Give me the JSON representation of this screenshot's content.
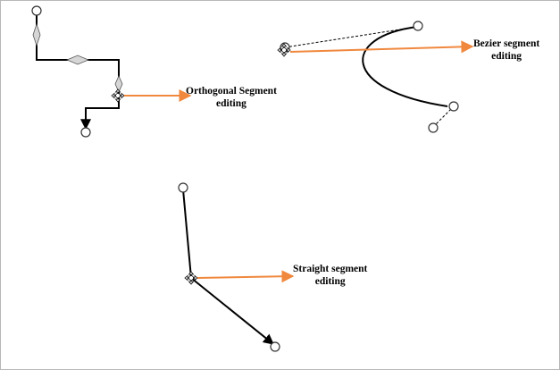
{
  "labels": {
    "orthogonal": [
      "Orthogonal Segment",
      "editing"
    ],
    "bezier": [
      "Bezier segment",
      "editing"
    ],
    "straight": [
      "Straight segment",
      "editing"
    ]
  },
  "colors": {
    "connector": "#000000",
    "handle_fill": "#d6d6d6",
    "callout_arrow": "#f0883e",
    "background": "#ffffff",
    "border": "#b8b8b8"
  },
  "icons": {
    "segment_handle": "diamond-handle-icon",
    "end_point": "circle-endpoint-icon",
    "move_cursor": "move-cursor-icon",
    "arrow_head": "arrow-head-icon"
  }
}
